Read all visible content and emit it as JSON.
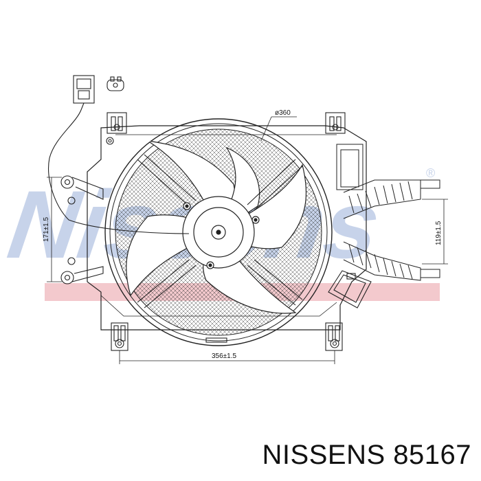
{
  "watermark": {
    "text": "Nissens",
    "symbol": "®",
    "color": "#c7d3ea",
    "bar_color": "#f3c9cd"
  },
  "dimensions": {
    "diameter": "ø360",
    "height_left": "171±1.5",
    "height_right": "119±1.5",
    "width_bottom": "356±1.5"
  },
  "caption": "NISSENS 85167",
  "colors": {
    "line": "#222222"
  }
}
